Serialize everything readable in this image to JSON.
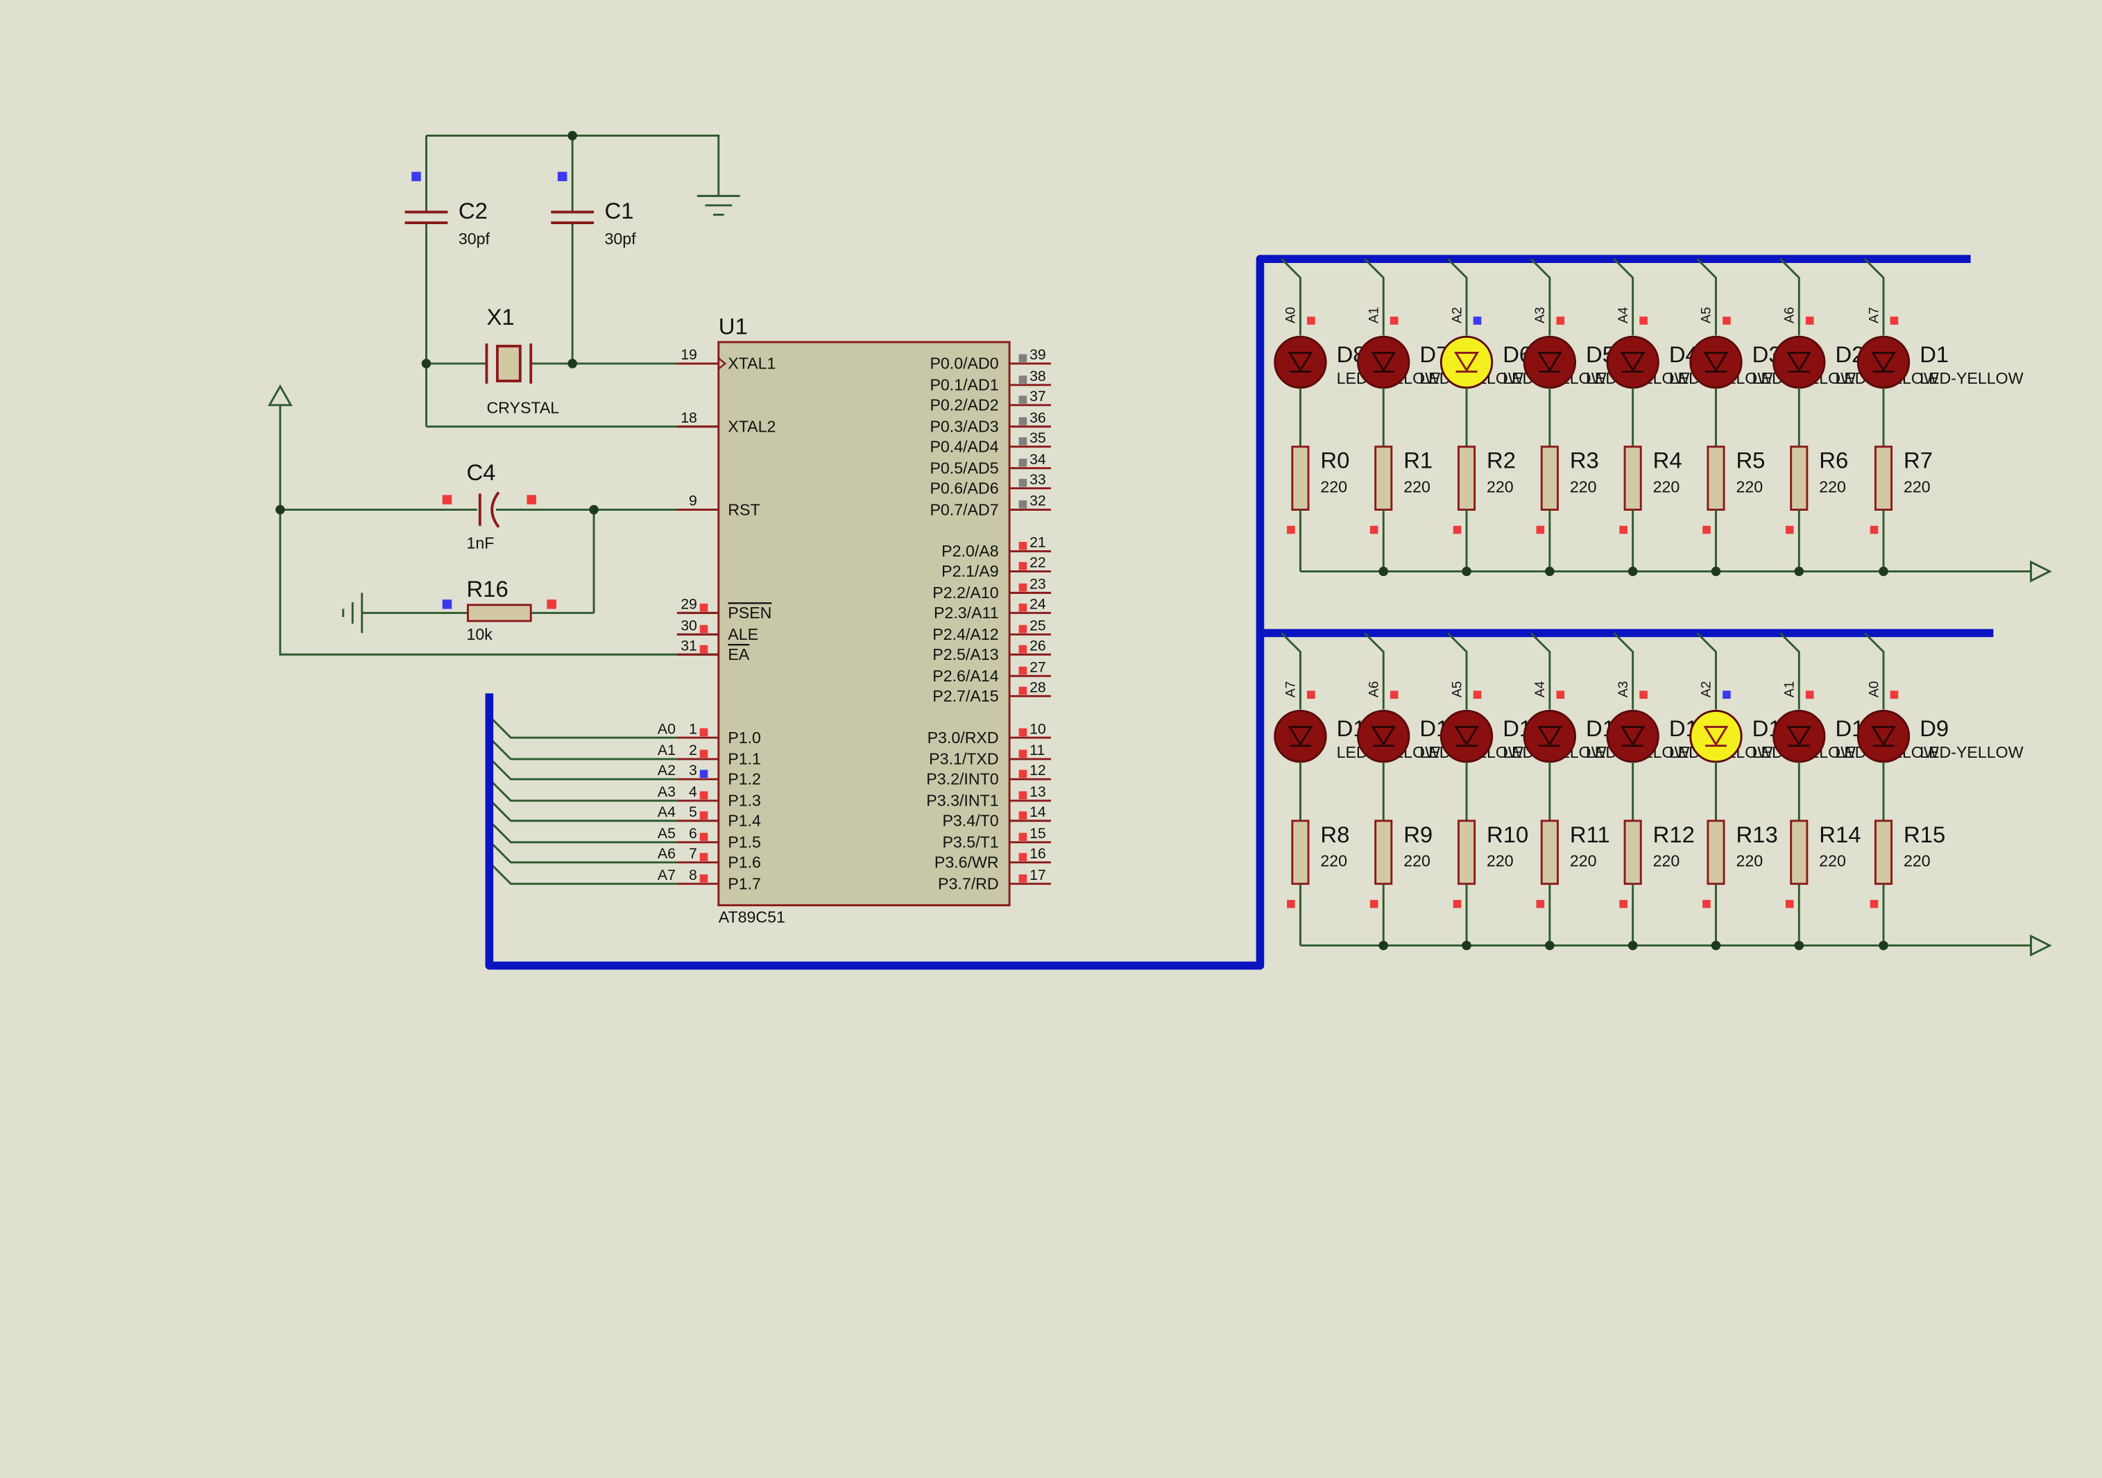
{
  "colors": {
    "background": "#e0e0d0",
    "wire": "#2e5a2e",
    "component": "#8a1a1a",
    "chip_fill": "#c8c8a8",
    "bus": "#0a14c0",
    "resistor_fill": "#d2c8a4",
    "led_off": "#8a1010",
    "led_on": "#f4f01e",
    "pin_red": "#ee3a3a",
    "pin_blue": "#3a3aee",
    "pin_gray": "#808080",
    "text": "#111111"
  },
  "mcu": {
    "ref": "U1",
    "part": "AT89C51",
    "left_pins": [
      {
        "num": "19",
        "name": "XTAL1",
        "over": false
      },
      {
        "num": "18",
        "name": "XTAL2",
        "over": false
      },
      {
        "num": "9",
        "name": "RST",
        "over": false
      },
      {
        "num": "29",
        "name": "PSEN",
        "over": true
      },
      {
        "num": "30",
        "name": "ALE",
        "over": false
      },
      {
        "num": "31",
        "name": "EA",
        "over": true
      },
      {
        "num": "1",
        "name": "P1.0",
        "over": false,
        "net": "A0"
      },
      {
        "num": "2",
        "name": "P1.1",
        "over": false,
        "net": "A1"
      },
      {
        "num": "3",
        "name": "P1.2",
        "over": false,
        "net": "A2"
      },
      {
        "num": "4",
        "name": "P1.3",
        "over": false,
        "net": "A3"
      },
      {
        "num": "5",
        "name": "P1.4",
        "over": false,
        "net": "A4"
      },
      {
        "num": "6",
        "name": "P1.5",
        "over": false,
        "net": "A5"
      },
      {
        "num": "7",
        "name": "P1.6",
        "over": false,
        "net": "A6"
      },
      {
        "num": "8",
        "name": "P1.7",
        "over": false,
        "net": "A7"
      }
    ],
    "right_pins": [
      {
        "num": "39",
        "name": "P0.0/AD0"
      },
      {
        "num": "38",
        "name": "P0.1/AD1"
      },
      {
        "num": "37",
        "name": "P0.2/AD2"
      },
      {
        "num": "36",
        "name": "P0.3/AD3"
      },
      {
        "num": "35",
        "name": "P0.4/AD4"
      },
      {
        "num": "34",
        "name": "P0.5/AD5"
      },
      {
        "num": "33",
        "name": "P0.6/AD6"
      },
      {
        "num": "32",
        "name": "P0.7/AD7"
      },
      {
        "num": "21",
        "name": "P2.0/A8"
      },
      {
        "num": "22",
        "name": "P2.1/A9"
      },
      {
        "num": "23",
        "name": "P2.2/A10"
      },
      {
        "num": "24",
        "name": "P2.3/A11"
      },
      {
        "num": "25",
        "name": "P2.4/A12"
      },
      {
        "num": "26",
        "name": "P2.5/A13"
      },
      {
        "num": "27",
        "name": "P2.6/A14"
      },
      {
        "num": "28",
        "name": "P2.7/A15"
      },
      {
        "num": "10",
        "name": "P3.0/RXD"
      },
      {
        "num": "11",
        "name": "P3.1/TXD"
      },
      {
        "num": "12",
        "name": "P3.2/INT0"
      },
      {
        "num": "13",
        "name": "P3.3/INT1"
      },
      {
        "num": "14",
        "name": "P3.4/T0"
      },
      {
        "num": "15",
        "name": "P3.5/T1"
      },
      {
        "num": "16",
        "name": "P3.6/WR"
      },
      {
        "num": "17",
        "name": "P3.7/RD"
      }
    ]
  },
  "passives": {
    "c2": {
      "ref": "C2",
      "value": "30pf"
    },
    "c1": {
      "ref": "C1",
      "value": "30pf"
    },
    "x1": {
      "ref": "X1",
      "value": "CRYSTAL"
    },
    "c4": {
      "ref": "C4",
      "value": "1nF"
    },
    "r16": {
      "ref": "R16",
      "value": "10k"
    }
  },
  "led_banks": [
    {
      "leds": [
        {
          "ref": "D8",
          "net": "A0",
          "lit": false,
          "type": "LED-YELLOW"
        },
        {
          "ref": "D7",
          "net": "A1",
          "lit": false,
          "type": "LED-YELLOW"
        },
        {
          "ref": "D6",
          "net": "A2",
          "lit": true,
          "type": "LED-YELLOW"
        },
        {
          "ref": "D5",
          "net": "A3",
          "lit": false,
          "type": "LED-YELLOW"
        },
        {
          "ref": "D4",
          "net": "A4",
          "lit": false,
          "type": "LED-YELLOW"
        },
        {
          "ref": "D3",
          "net": "A5",
          "lit": false,
          "type": "LED-YELLOW"
        },
        {
          "ref": "D2",
          "net": "A6",
          "lit": false,
          "type": "LED-YELLOW"
        },
        {
          "ref": "D1",
          "net": "A7",
          "lit": false,
          "type": "LED-YELLOW"
        }
      ],
      "resistors": [
        {
          "ref": "R0",
          "value": "220"
        },
        {
          "ref": "R1",
          "value": "220"
        },
        {
          "ref": "R2",
          "value": "220"
        },
        {
          "ref": "R3",
          "value": "220"
        },
        {
          "ref": "R4",
          "value": "220"
        },
        {
          "ref": "R5",
          "value": "220"
        },
        {
          "ref": "R6",
          "value": "220"
        },
        {
          "ref": "R7",
          "value": "220"
        }
      ]
    },
    {
      "leds": [
        {
          "ref": "D16",
          "net": "A7",
          "lit": false,
          "type": "LED-YELLOW"
        },
        {
          "ref": "D15",
          "net": "A6",
          "lit": false,
          "type": "LED-YELLOW"
        },
        {
          "ref": "D14",
          "net": "A5",
          "lit": false,
          "type": "LED-YELLOW"
        },
        {
          "ref": "D13",
          "net": "A4",
          "lit": false,
          "type": "LED-YELLOW"
        },
        {
          "ref": "D12",
          "net": "A3",
          "lit": false,
          "type": "LED-YELLOW"
        },
        {
          "ref": "D11",
          "net": "A2",
          "lit": true,
          "type": "LED-YELLOW"
        },
        {
          "ref": "D10",
          "net": "A1",
          "lit": false,
          "type": "LED-YELLOW"
        },
        {
          "ref": "D9",
          "net": "A0",
          "lit": false,
          "type": "LED-YELLOW"
        }
      ],
      "resistors": [
        {
          "ref": "R8",
          "value": "220"
        },
        {
          "ref": "R9",
          "value": "220"
        },
        {
          "ref": "R10",
          "value": "220"
        },
        {
          "ref": "R11",
          "value": "220"
        },
        {
          "ref": "R12",
          "value": "220"
        },
        {
          "ref": "R13",
          "value": "220"
        },
        {
          "ref": "R14",
          "value": "220"
        },
        {
          "ref": "R15",
          "value": "220"
        }
      ]
    }
  ]
}
